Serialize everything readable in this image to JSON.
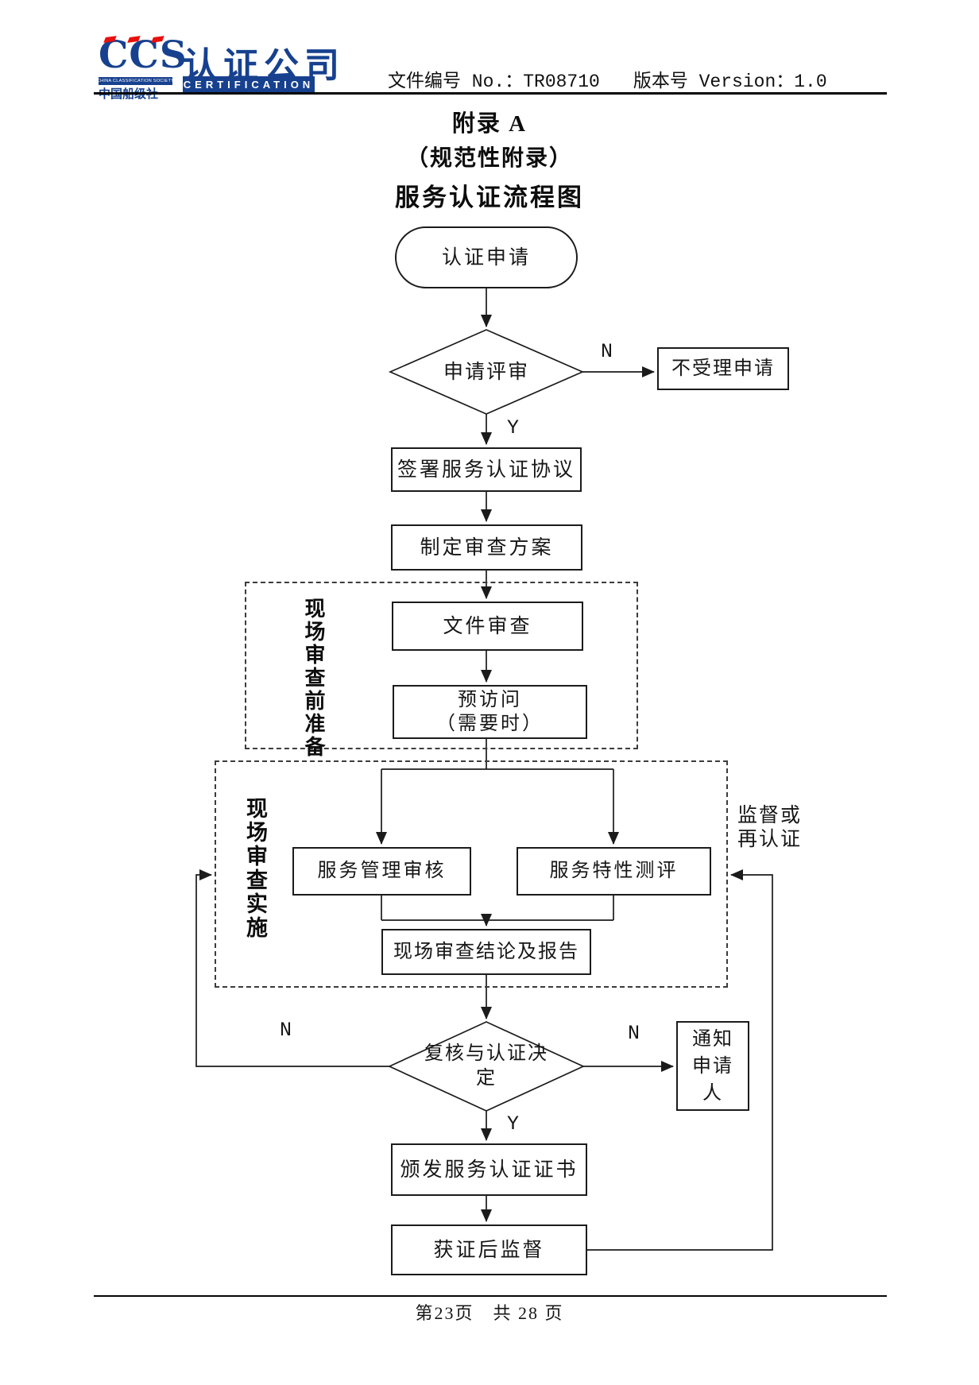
{
  "colors": {
    "brand_blue": "#17418f",
    "brand_red": "#e8100c",
    "line": "#1b1b1b",
    "paper": "#ffffff"
  },
  "header": {
    "logo": {
      "ccs": "CCS",
      "society_en": "CHINA CLASSIFICATION SOCIETY",
      "society_cn": "中国船级社",
      "brand_cn": "认证公司",
      "brand_en": "CERTIFICATION"
    },
    "doc_no": "文件编号 No.：TR08710",
    "version": "版本号 Version：1.0"
  },
  "titles": {
    "appendix": "附录 A",
    "note": "（规范性附录）",
    "main": "服务认证流程图"
  },
  "flowchart": {
    "start": "认证申请",
    "decision_review": "申请评审",
    "reject": "不受理申请",
    "sign_agreement": "签署服务认证协议",
    "audit_plan": "制定审查方案",
    "group_pre_audit": "现场审查前准备",
    "document_review": "文件审查",
    "pre_visit_1": "预访问",
    "pre_visit_2": "（需要时）",
    "group_onsite": "现场审查实施",
    "service_mgmt_audit": "服务管理审核",
    "service_feature_eval": "服务特性测评",
    "onsite_conclusion": "现场审查结论及报告",
    "decision_final_1": "复核与认证决",
    "decision_final_2": "定",
    "notify_1": "通知",
    "notify_2": "申请",
    "notify_3": "人",
    "issue_certificate": "颁发服务认证证书",
    "post_supervision": "获证后监督",
    "supervision_label_1": "监督或",
    "supervision_label_2": "再认证",
    "yes": "Y",
    "no": "N"
  },
  "footer": {
    "page_info": "第23页　共 28 页"
  }
}
